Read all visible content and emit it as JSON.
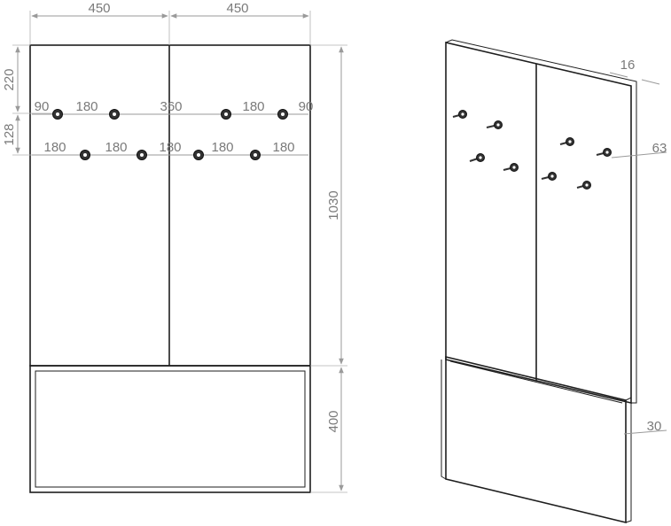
{
  "front_view": {
    "width_left": "450",
    "width_right": "450",
    "height_top_hooks": "220",
    "hook_row_spacing": "128",
    "total_height": "1030",
    "bottom_panel_height": "400",
    "row1_labels": [
      "90",
      "180",
      "360",
      "180",
      "90"
    ],
    "row2_labels": [
      "180",
      "180",
      "180",
      "180",
      "180"
    ]
  },
  "side_view": {
    "thickness_top": "16",
    "hook_depth": "63",
    "thickness_bottom": "30"
  }
}
